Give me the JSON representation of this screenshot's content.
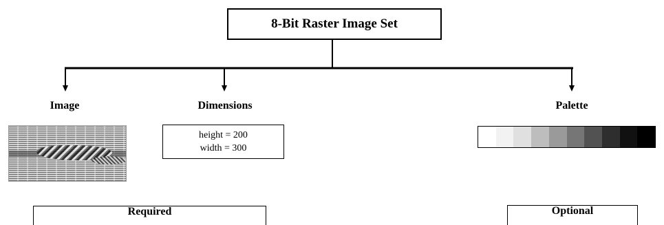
{
  "title": "8-Bit Raster Image Set",
  "nodes": {
    "image": "Image",
    "dimensions": "Dimensions",
    "palette": "Palette"
  },
  "dimensions_box": {
    "height_line": "height = 200",
    "width_line": "width = 300"
  },
  "palette_colors": [
    "#ffffff",
    "#f2f2f2",
    "#e0e0e0",
    "#bdbdbd",
    "#9a9a9a",
    "#767676",
    "#525252",
    "#2e2e2e",
    "#111111",
    "#000000"
  ],
  "groups": {
    "required": "Required",
    "optional": "Optional"
  }
}
